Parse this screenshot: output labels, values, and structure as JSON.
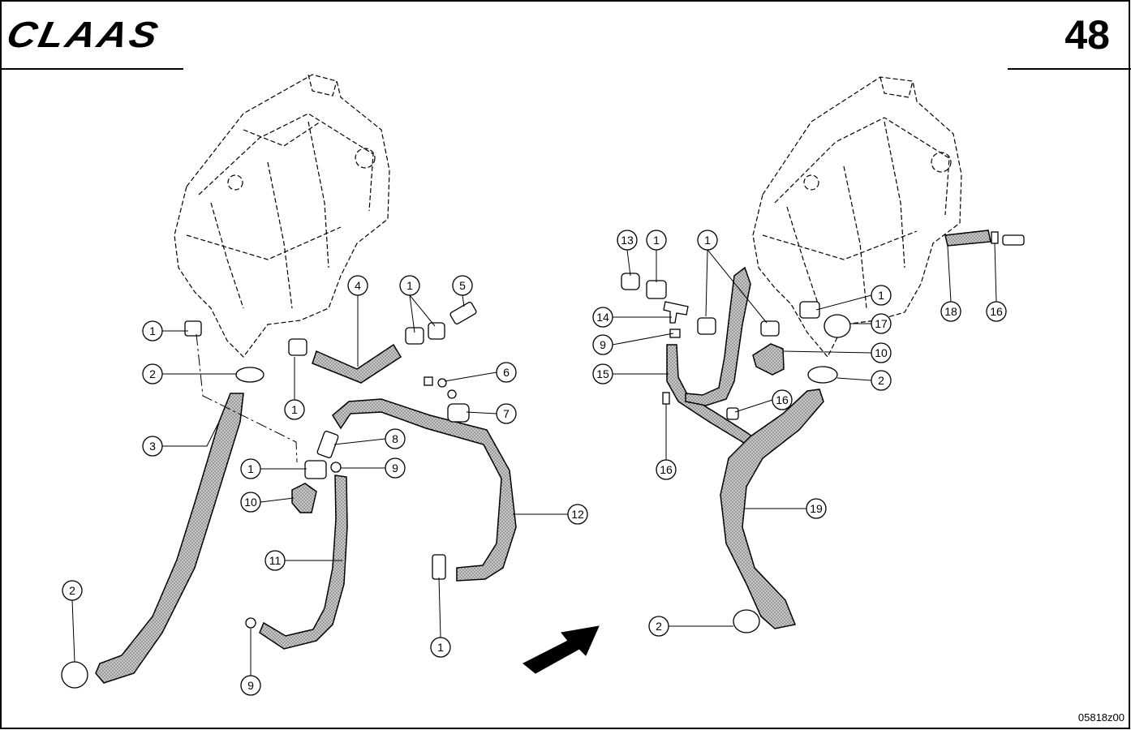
{
  "header": {
    "brand": "CLAAS",
    "page_number": "48"
  },
  "footer": {
    "drawing_number": "05818z00"
  },
  "callouts": {
    "left": [
      "1",
      "2",
      "3",
      "4",
      "1",
      "1",
      "5",
      "6",
      "7",
      "8",
      "1",
      "9",
      "10",
      "11",
      "12",
      "2",
      "9",
      "1"
    ],
    "right": [
      "13",
      "1",
      "1",
      "14",
      "9",
      "15",
      "16",
      "16",
      "1",
      "17",
      "18",
      "16",
      "10",
      "2",
      "19",
      "2"
    ]
  },
  "colors": {
    "ink": "#000000",
    "hose_fill": "#bdbdbd",
    "paper": "#ffffff"
  }
}
